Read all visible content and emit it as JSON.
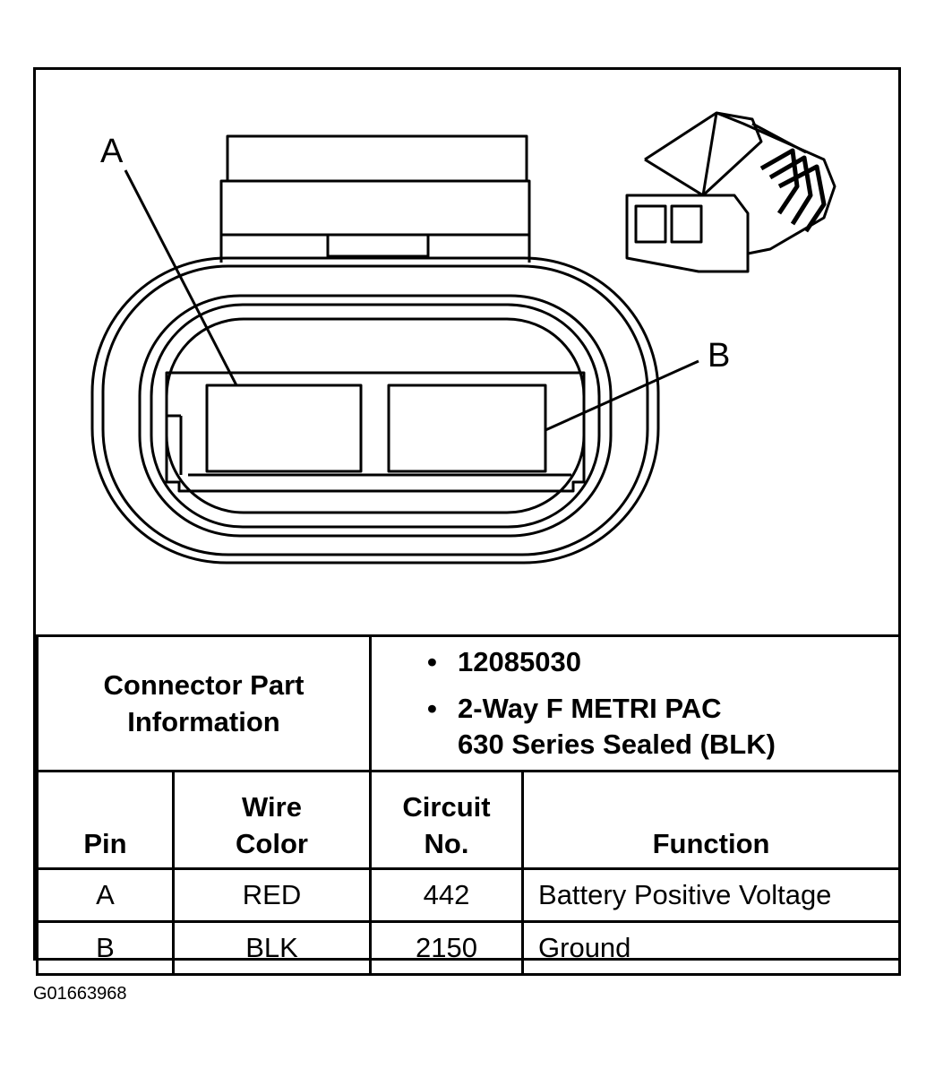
{
  "callouts": {
    "a": "A",
    "b": "B"
  },
  "connector_info": {
    "label_line1": "Connector Part",
    "label_line2": "Information",
    "items": [
      "12085030",
      "2-Way F METRI PAC",
      "630 Series Sealed (BLK)"
    ],
    "bullet": "•"
  },
  "table": {
    "headers": {
      "pin": "Pin",
      "wire_color_line1": "Wire",
      "wire_color_line2": "Color",
      "circuit_line1": "Circuit",
      "circuit_line2": "No.",
      "function": "Function"
    },
    "rows": [
      {
        "pin": "A",
        "wire_color": "RED",
        "circuit": "442",
        "function": "Battery Positive Voltage"
      },
      {
        "pin": "B",
        "wire_color": "BLK",
        "circuit": "2150",
        "function": "Ground"
      }
    ]
  },
  "figure_id": "G01663968"
}
